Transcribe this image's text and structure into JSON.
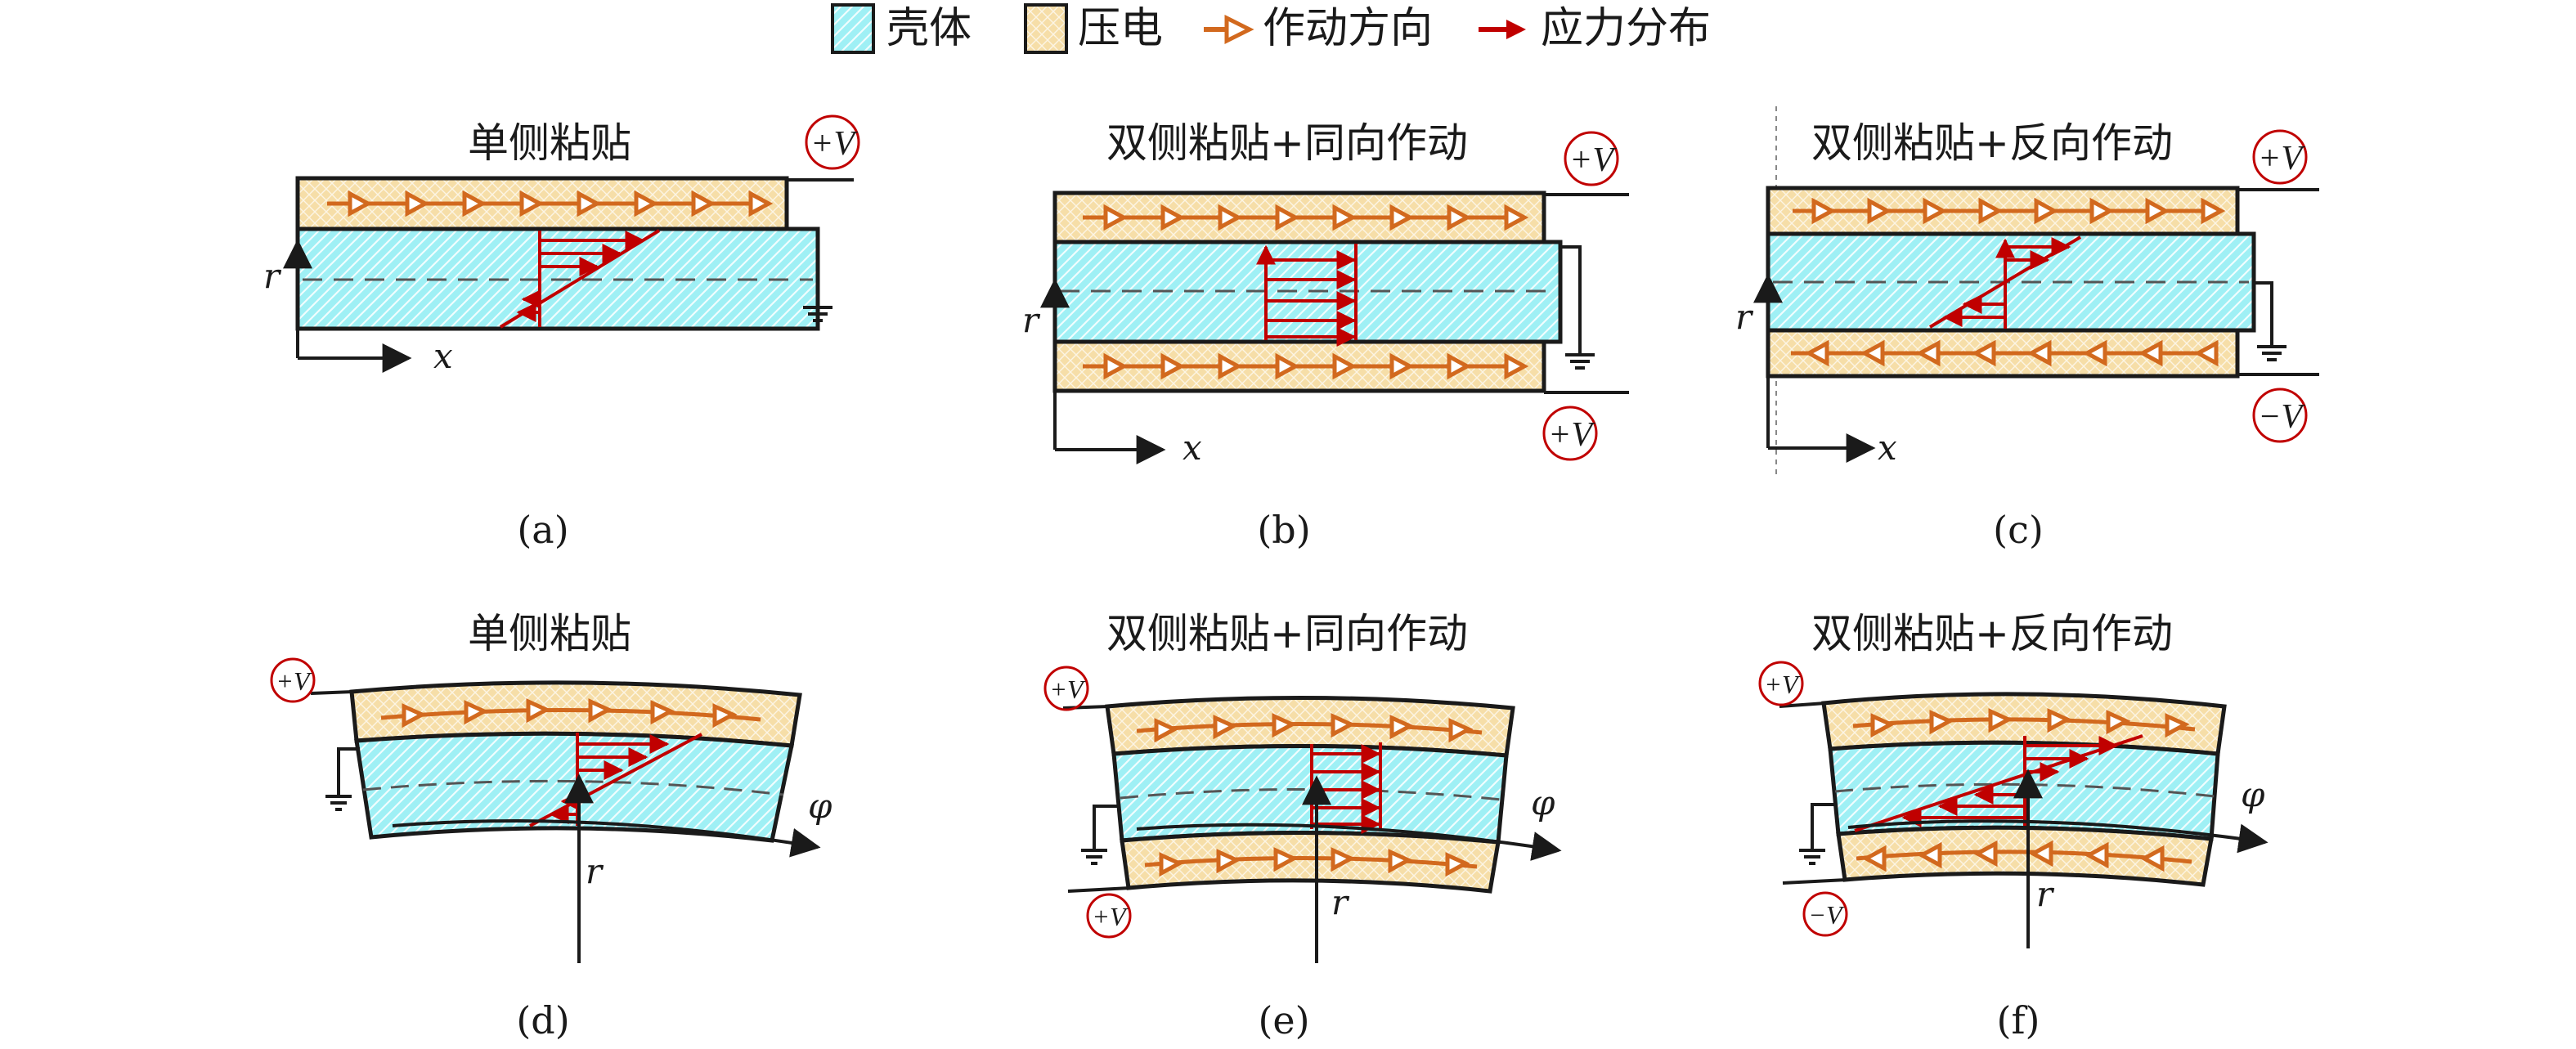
{
  "legend": {
    "shell": "壳体",
    "piezo": "压电",
    "actuation": "作动方向",
    "stress": "应力分布"
  },
  "panels": [
    {
      "caption": "(a)",
      "title": "单侧粘贴",
      "voltage_top": "+V"
    },
    {
      "caption": "(b)",
      "title": "双侧粘贴+同向作动",
      "voltage_top": "+V",
      "voltage_bottom": "+V"
    },
    {
      "caption": "(c)",
      "title": "双侧粘贴+反向作动",
      "voltage_top": "+V",
      "voltage_bottom": "−V"
    },
    {
      "caption": "(d)",
      "title": "单侧粘贴",
      "voltage_top": "+V"
    },
    {
      "caption": "(e)",
      "title": "双侧粘贴+同向作动",
      "voltage_top": "+V",
      "voltage_bottom": "+V"
    },
    {
      "caption": "(f)",
      "title": "双侧粘贴+反向作动",
      "voltage_top": "+V",
      "voltage_bottom": "−V"
    }
  ],
  "axes": {
    "r": "r",
    "x": "x",
    "phi": "φ"
  },
  "colors": {
    "shell_fill": "#9ff0f5",
    "piezo_fill": "#f6dea8",
    "actuation_arrow": "#d2691e",
    "stress_arrow": "#c00000",
    "voltage_circle": "#c00000",
    "outline": "#1a1a1a"
  }
}
